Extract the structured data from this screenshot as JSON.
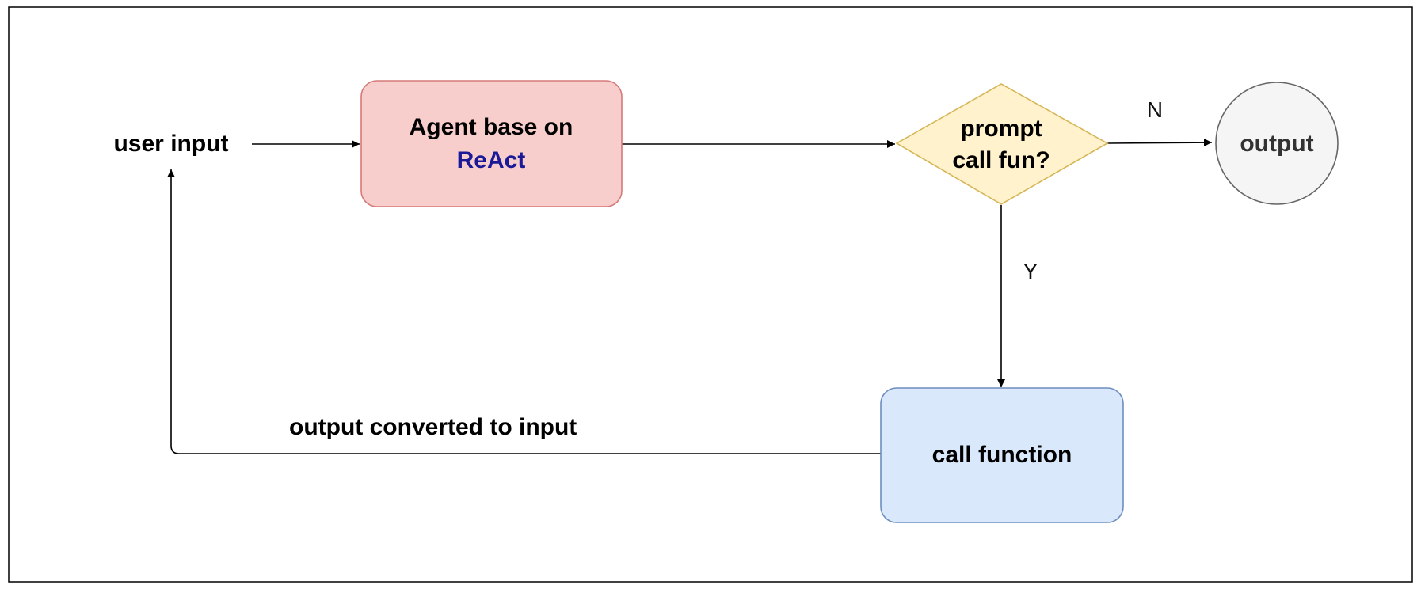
{
  "nodes": {
    "user_input": {
      "label": "user input"
    },
    "agent": {
      "line1": "Agent base on",
      "line2": "ReAct",
      "fill": "#f8cecc",
      "stroke": "#d57a78",
      "accent": "#1a1a99"
    },
    "decision": {
      "line1": "prompt",
      "line2": "call fun?",
      "fill": "#fff2cc",
      "stroke": "#d6b656"
    },
    "output": {
      "label": "output",
      "fill": "#f5f5f5",
      "stroke": "#666666"
    },
    "call_function": {
      "label": "call function",
      "fill": "#dae8fc",
      "stroke": "#6c8ebf"
    }
  },
  "edges": {
    "no_label": "N",
    "yes_label": "Y",
    "loop_label": "output converted to input"
  }
}
